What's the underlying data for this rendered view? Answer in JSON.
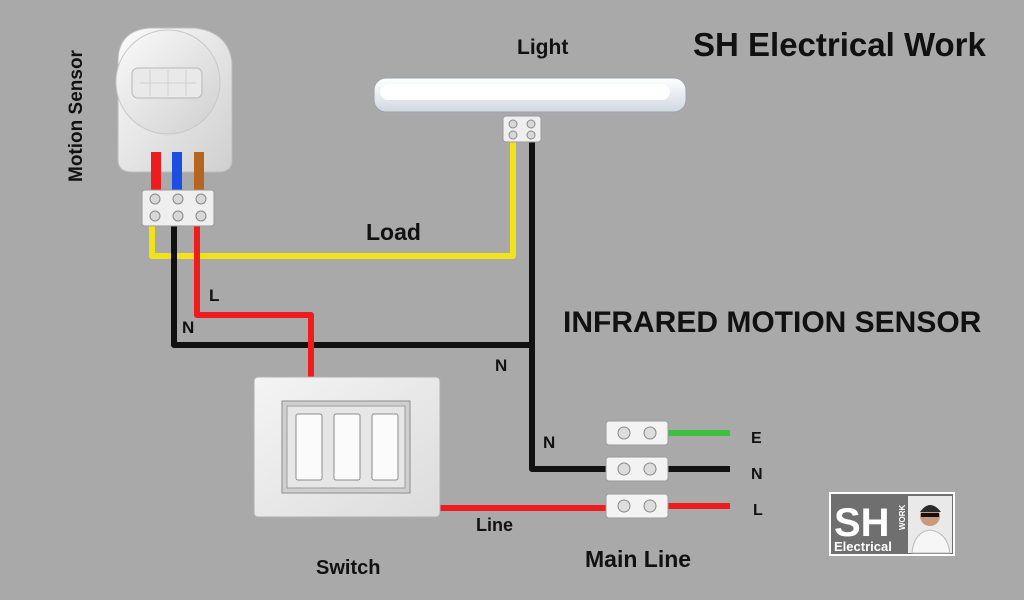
{
  "header": {
    "brand_title": "SH Electrical Work",
    "main_title": "INFRARED MOTION SENSOR"
  },
  "labels": {
    "motion_sensor": "Motion Sensor",
    "light": "Light",
    "load": "Load",
    "switch": "Switch",
    "main_line": "Main Line",
    "line": "Line",
    "wire_l": "L",
    "wire_n_left": "N",
    "wire_n_mid": "N",
    "wire_n_lower": "N",
    "terminal_e": "E",
    "terminal_n": "N",
    "terminal_l": "L"
  },
  "logo": {
    "big": "SH",
    "sub": "Electrical",
    "side": "WORK"
  },
  "colors": {
    "background": "#a9a9a9",
    "live": "#ee1c1c",
    "neutral": "#111111",
    "load": "#f2e21c",
    "earth": "#3fbf3f",
    "sensor_blue": "#1c4fe0",
    "sensor_brown": "#b5651d"
  }
}
